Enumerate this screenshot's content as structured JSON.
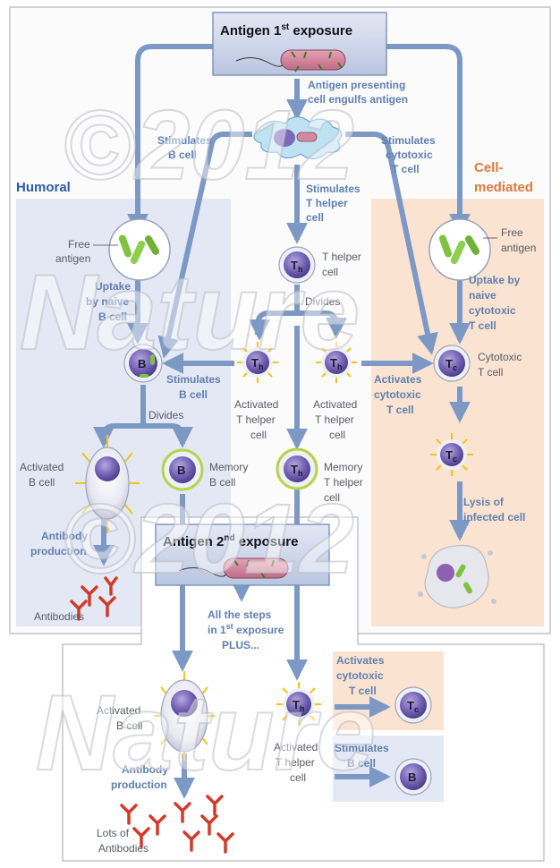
{
  "title": {
    "main": "Antigen 1",
    "sup": "st",
    "rest": " exposure"
  },
  "exposure2": {
    "main": "Antigen 2",
    "sup": "nd",
    "rest": " exposure"
  },
  "sections": {
    "humoral": "Humoral",
    "cell_mediated_1": "Cell-",
    "cell_mediated_2": "mediated"
  },
  "labels": {
    "apc_1": "Antigen presenting",
    "apc_2": "cell engulfs antigen",
    "stim_b_1": "Stimulates",
    "stim_b_2": "B cell",
    "stim_tc_1": "Stimulates",
    "stim_tc_2": "cytotoxic",
    "stim_tc_3": "T cell",
    "stim_th_1": "Stimulates",
    "stim_th_2": "T helper",
    "stim_th_3": "cell",
    "free_antigen_l_1": "Free",
    "free_antigen_l_2": "antigen",
    "free_antigen_r_1": "Free",
    "free_antigen_r_2": "antigen",
    "th_cell_1": "T helper",
    "th_cell_2": "cell",
    "divides_1": "Divides",
    "uptake_b_1": "Uptake",
    "uptake_b_2": "by naive",
    "uptake_b_3": "B cell",
    "uptake_tc_1": "Uptake by",
    "uptake_tc_2": "naive",
    "uptake_tc_3": "cytotoxic",
    "uptake_tc_4": "T cell",
    "stim_b_mid_1": "Stimulates",
    "stim_b_mid_2": "B cell",
    "act_tc_mid_1": "Activates",
    "act_tc_mid_2": "cytotoxic",
    "act_tc_mid_3": "T cell",
    "cytotoxic_1": "Cytotoxic",
    "cytotoxic_2": "T cell",
    "activated_th_l_1": "Activated",
    "activated_th_l_2": "T helper",
    "activated_th_l_3": "cell",
    "activated_th_r_1": "Activated",
    "activated_th_r_2": "T helper",
    "activated_th_r_3": "cell",
    "divides_2": "Divides",
    "activated_b_1": "Activated",
    "activated_b_2": "B cell",
    "memory_b_1": "Memory",
    "memory_b_2": "B cell",
    "memory_th_1": "Memory",
    "memory_th_2": "T helper",
    "memory_th_3": "cell",
    "lysis_1": "Lysis of",
    "lysis_2": "infected cell",
    "antibody_prod_1": "Antibody",
    "antibody_prod_2": "production",
    "antibodies": "Antibodies",
    "all_steps_1": "All the steps",
    "all_steps_2": "in 1",
    "all_steps_sup": "st",
    "all_steps_3": " exposure",
    "all_steps_4": "PLUS...",
    "act_tc_2_1": "Activates",
    "act_tc_2_2": "cytotoxic",
    "act_tc_2_3": "T cell",
    "stim_b_2_1": "Stimulates",
    "stim_b_2_2": "B cell",
    "activated_b2_1": "Activated",
    "activated_b2_2": "B cell",
    "activated_th2_1": "Activated",
    "activated_th2_2": "T helper",
    "activated_th2_3": "cell",
    "antibody_prod2_1": "Antibody",
    "antibody_prod2_2": "production",
    "lots_antibodies_1": "Lots of",
    "lots_antibodies_2": "Antibodies"
  },
  "cells": {
    "th": "T",
    "th_sub": "h",
    "tc": "T",
    "tc_sub": "c",
    "b": "B"
  },
  "watermarks": {
    "copyright": "©2012",
    "brand": "Nature"
  },
  "colors": {
    "arrow": "#7c98c4",
    "blue_text": "#5f7fae",
    "humoral_text": "#2f5aa8",
    "cell_mediated_text": "#e0773c",
    "humoral_bg": "#e4e8f4",
    "cell_mediated_bg": "#fbe3d2",
    "cell_purple": "#6a5aa8",
    "spike_yellow": "#f1c40f"
  }
}
